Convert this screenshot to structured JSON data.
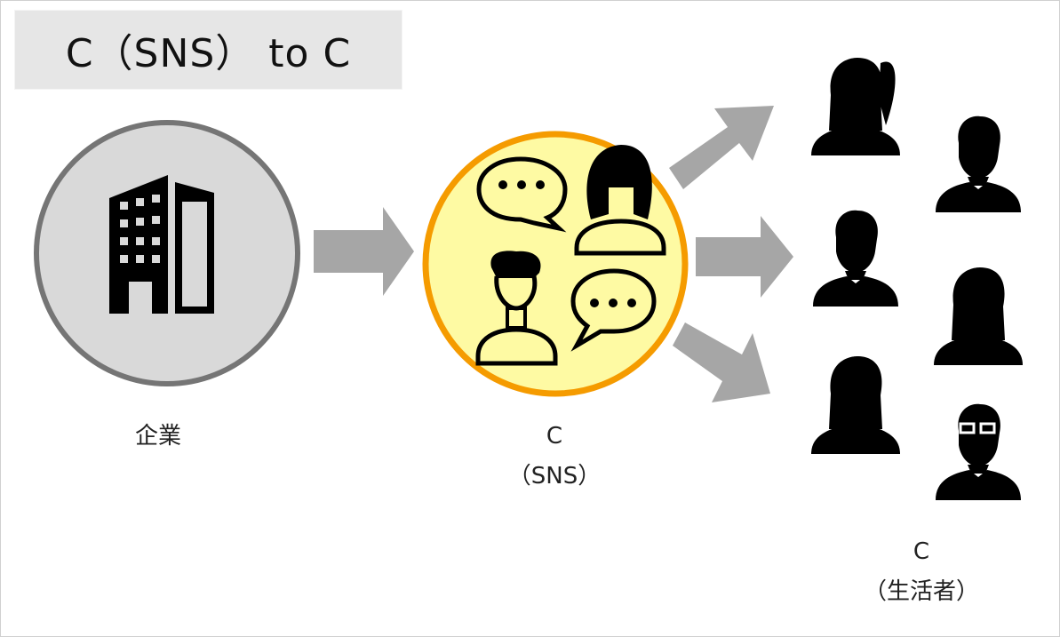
{
  "title": "C（SNS） to C",
  "nodes": {
    "company": {
      "label": "企業"
    },
    "sns": {
      "label_line1": "C",
      "label_line2": "（SNS）"
    },
    "consumers": {
      "label_line1": "C",
      "label_line2": "（生活者）"
    }
  },
  "colors": {
    "title_bg": "#e6e6e6",
    "company_fill": "#d9d9d9",
    "company_stroke": "#757575",
    "sns_fill": "#fefaa3",
    "sns_stroke": "#f59b00",
    "arrow": "#a6a6a6",
    "icon": "#000000"
  }
}
